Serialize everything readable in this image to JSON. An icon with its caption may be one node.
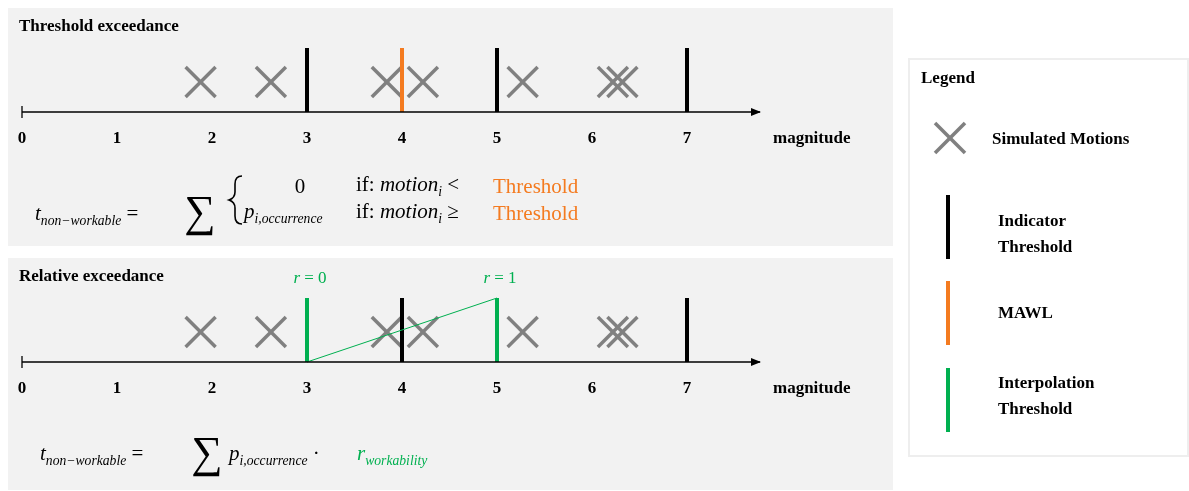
{
  "diagram": {
    "nodes": [
      {
        "text": [
          "Threshold exceedance"
        ]
      },
      {
        "text": [
          "Relative exceedance"
        ]
      },
      {
        "text": [
          "Legend"
        ]
      }
    ],
    "labels": [
      "0",
      "1",
      "2",
      "3",
      "4",
      "5",
      "6",
      "7",
      "magnitude",
      "*t*$_{non−workable}$ =",
      "∑",
      "0",
      "*p*$_{i,occurrence}$",
      "if: *motion*$_{i}$ <",
      "Threshold",
      "if: *motion*$_{i}$ ≥",
      "Threshold",
      "*r* = 0",
      "*r* = 1",
      "0",
      "1",
      "2",
      "3",
      "4",
      "5",
      "6",
      "7",
      "magnitude",
      "*t*$_{non−workable}$ =",
      "∑",
      "*p*$_{i,occurrence}$ ·",
      "*r*$_{workability}$"
    ],
    "legend": [
      {
        "text": "Simulated Motions"
      },
      {
        "text": "Indicator Threshold"
      },
      {
        "text": "MAWL"
      },
      {
        "text": "Interpolation Threshold"
      }
    ]
  }
}
